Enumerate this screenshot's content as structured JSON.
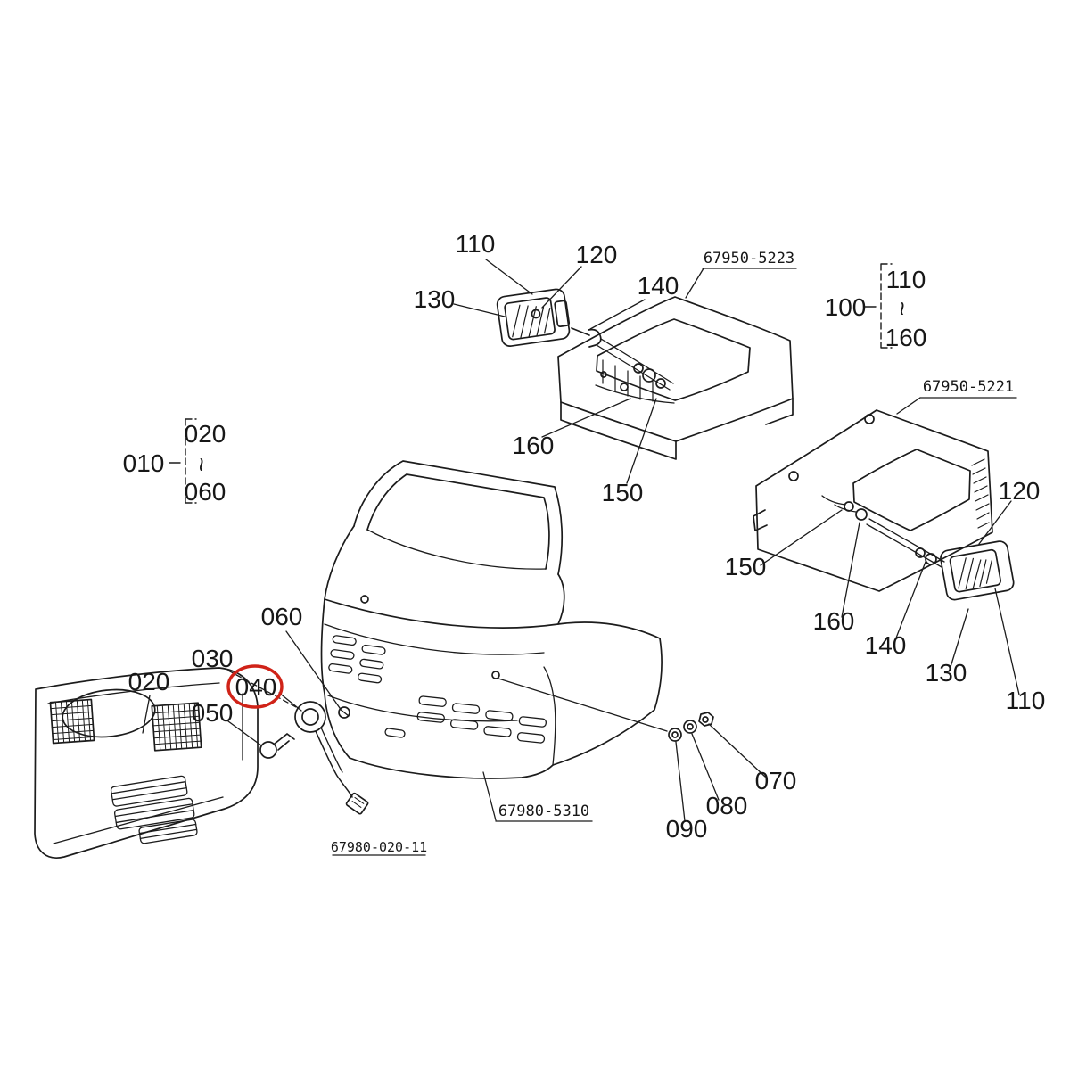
{
  "figure": {
    "code": "67980-020-11"
  },
  "assemblies": {
    "top_panel_ref": "67950-5223",
    "right_panel_ref": "67950-5221",
    "bonnet_ref": "67980-5310"
  },
  "callouts": {
    "top": {
      "n110": "110",
      "n120": "120",
      "n130": "130",
      "n140": "140",
      "n150": "150",
      "n160": "160"
    },
    "right": {
      "n110": "110",
      "n120": "120",
      "n130": "130",
      "n140": "140",
      "n150": "150",
      "n160": "160"
    },
    "left": {
      "n020": "020",
      "n030": "030",
      "n040": "040",
      "n050": "050",
      "n060": "060"
    },
    "fasteners": {
      "n070": "070",
      "n080": "080",
      "n090": "090"
    },
    "group_010": {
      "id": "010",
      "from": "020",
      "tilde": "~",
      "to": "060"
    },
    "group_100": {
      "id": "100",
      "from": "110",
      "tilde": "~",
      "to": "160"
    }
  },
  "highlight": {
    "part": "040",
    "color": "#d02318"
  }
}
